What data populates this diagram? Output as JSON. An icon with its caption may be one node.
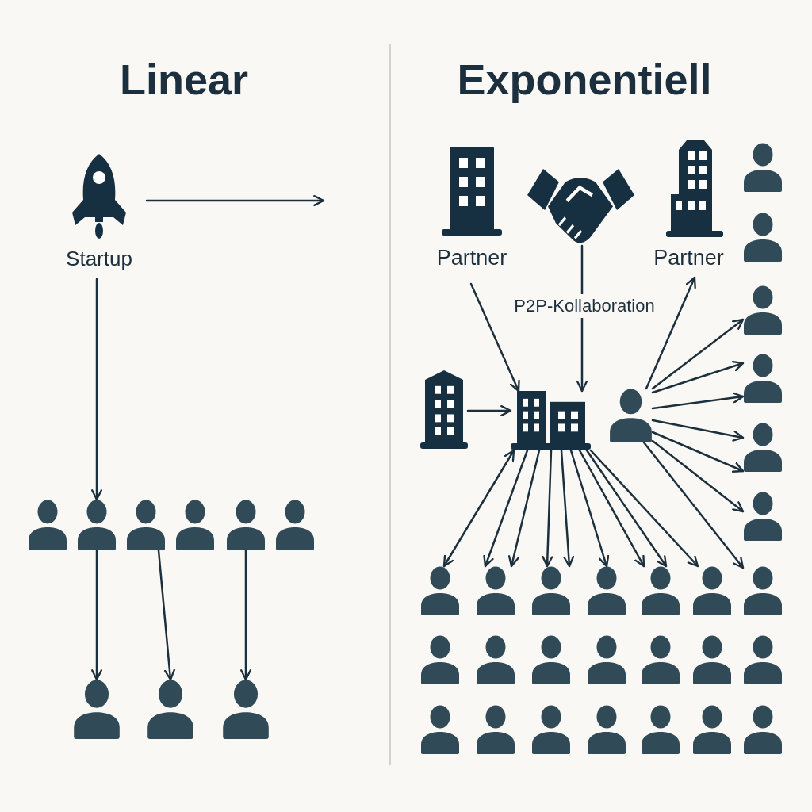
{
  "diagram": {
    "nodes": [
      {
        "text": [
          "Startup"
        ]
      },
      {
        "text": [],
        "shape": "person"
      },
      {
        "text": [],
        "shape": "person"
      },
      {
        "text": [],
        "shape": "person"
      },
      {
        "text": [],
        "shape": "person"
      },
      {
        "text": [],
        "shape": "person"
      },
      {
        "text": [],
        "shape": "person"
      },
      {
        "text": [],
        "shape": "person"
      },
      {
        "text": [],
        "shape": "person"
      },
      {
        "text": [],
        "shape": "person"
      },
      {
        "text": [
          "Partner"
        ]
      },
      {
        "text": [],
        "shape": "picture"
      },
      {
        "text": [
          "Partner"
        ]
      },
      {
        "text": [],
        "shape": "picture"
      },
      {
        "text": [],
        "shape": "picture"
      },
      {
        "text": [],
        "shape": "person"
      },
      {
        "text": [],
        "shape": "person"
      },
      {
        "text": [],
        "shape": "person"
      },
      {
        "text": [],
        "shape": "person"
      },
      {
        "text": [],
        "shape": "person"
      },
      {
        "text": [],
        "shape": "person"
      },
      {
        "text": [],
        "shape": "person"
      },
      {
        "text": [],
        "shape": "person"
      },
      {
        "text": [],
        "shape": "person"
      },
      {
        "text": [],
        "shape": "person"
      },
      {
        "text": [],
        "shape": "person"
      },
      {
        "text": [],
        "shape": "person"
      },
      {
        "text": [],
        "shape": "person"
      },
      {
        "text": [],
        "shape": "person"
      },
      {
        "text": [],
        "shape": "person"
      },
      {
        "text": [],
        "shape": "person"
      },
      {
        "text": [],
        "shape": "person"
      },
      {
        "text": [],
        "shape": "person"
      },
      {
        "text": [],
        "shape": "person"
      },
      {
        "text": [],
        "shape": "person"
      },
      {
        "text": [],
        "shape": "person"
      },
      {
        "text": [],
        "shape": "person"
      },
      {
        "text": [],
        "shape": "person"
      },
      {
        "text": [],
        "shape": "person"
      },
      {
        "text": [],
        "shape": "person"
      },
      {
        "text": [],
        "shape": "person"
      },
      {
        "text": [],
        "shape": "person"
      },
      {
        "text": [],
        "shape": "person"
      }
    ],
    "edges": [
      {
        "from": 0,
        "to": null,
        "arrow": "to"
      },
      {
        "from": 0,
        "to": 2,
        "arrow": "to"
      },
      {
        "from": 2,
        "to": 7,
        "arrow": "to"
      },
      {
        "from": 3,
        "to": 8,
        "arrow": "to"
      },
      {
        "from": 5,
        "to": 9,
        "arrow": "to"
      },
      {
        "from": 10,
        "to": 14,
        "arrow": "to"
      },
      {
        "from": 11,
        "to": 14,
        "arrow": "to",
        "label": "P2P-Kollaboration"
      },
      {
        "from": 13,
        "to": 14,
        "arrow": "to"
      },
      {
        "from": 15,
        "to": 12,
        "arrow": "to"
      },
      {
        "from": 15,
        "to": 18,
        "arrow": "to"
      },
      {
        "from": 15,
        "to": 19,
        "arrow": "to"
      },
      {
        "from": 15,
        "to": 19,
        "arrow": "to"
      },
      {
        "from": 15,
        "to": 20,
        "arrow": "to"
      },
      {
        "from": 15,
        "to": 20,
        "arrow": "to"
      },
      {
        "from": 15,
        "to": 21,
        "arrow": "to"
      },
      {
        "from": 15,
        "to": 28,
        "arrow": "to"
      },
      {
        "from": 14,
        "to": 22,
        "arrow": "both"
      },
      {
        "from": 14,
        "to": 23,
        "arrow": "to"
      },
      {
        "from": 14,
        "to": 23,
        "arrow": "to"
      },
      {
        "from": 14,
        "to": 24,
        "arrow": "to"
      },
      {
        "from": 14,
        "to": 24,
        "arrow": "to"
      },
      {
        "from": 14,
        "to": 25,
        "arrow": "to"
      },
      {
        "from": 14,
        "to": 26,
        "arrow": "to"
      },
      {
        "from": 14,
        "to": 26,
        "arrow": "to"
      },
      {
        "from": 14,
        "to": 27,
        "arrow": "to"
      }
    ],
    "labels": [
      "Linear",
      "Exponentiell"
    ]
  }
}
